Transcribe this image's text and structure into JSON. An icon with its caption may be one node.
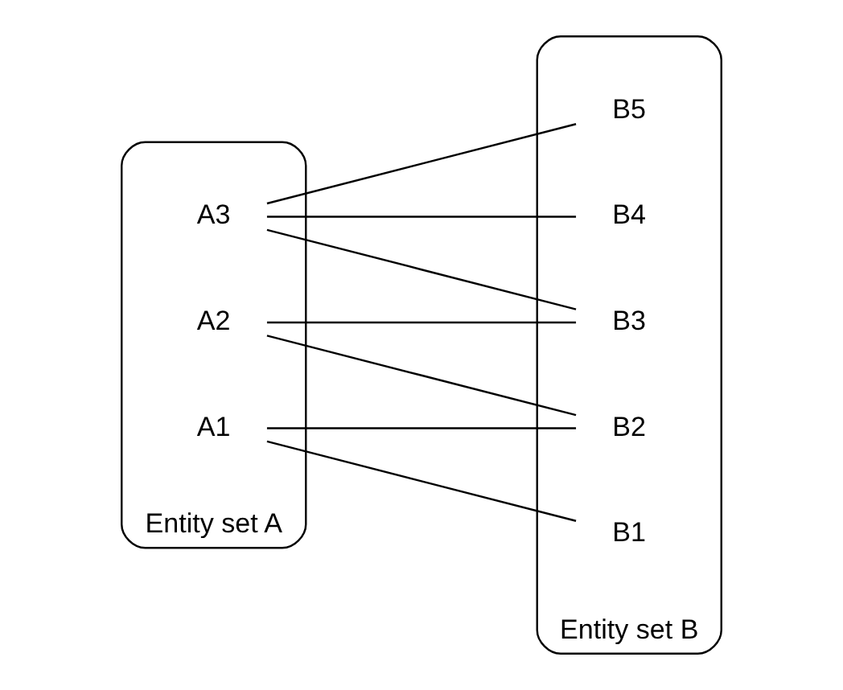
{
  "diagram": {
    "nodes": [
      {
        "text": [
          "Entity set A"
        ]
      },
      {
        "text": [
          "A1"
        ],
        "in": 0
      },
      {
        "text": [
          "A2"
        ],
        "in": 0
      },
      {
        "text": [
          "A3"
        ],
        "in": 0
      },
      {
        "text": [
          "Entity set B"
        ]
      },
      {
        "text": [
          "B1"
        ],
        "in": 4
      },
      {
        "text": [
          "B2"
        ],
        "in": 4
      },
      {
        "text": [
          "B3"
        ],
        "in": 4
      },
      {
        "text": [
          "B4"
        ],
        "in": 4
      },
      {
        "text": [
          "B5"
        ],
        "in": 4
      }
    ],
    "edges": [
      {
        "from": 1,
        "to": 5,
        "arrow": "none"
      },
      {
        "from": 1,
        "to": 6,
        "arrow": "none"
      },
      {
        "from": 2,
        "to": 6,
        "arrow": "none"
      },
      {
        "from": 2,
        "to": 7,
        "arrow": "none"
      },
      {
        "from": 3,
        "to": 7,
        "arrow": "none"
      },
      {
        "from": 3,
        "to": 8,
        "arrow": "none"
      },
      {
        "from": 3,
        "to": 9,
        "arrow": "none"
      }
    ]
  }
}
